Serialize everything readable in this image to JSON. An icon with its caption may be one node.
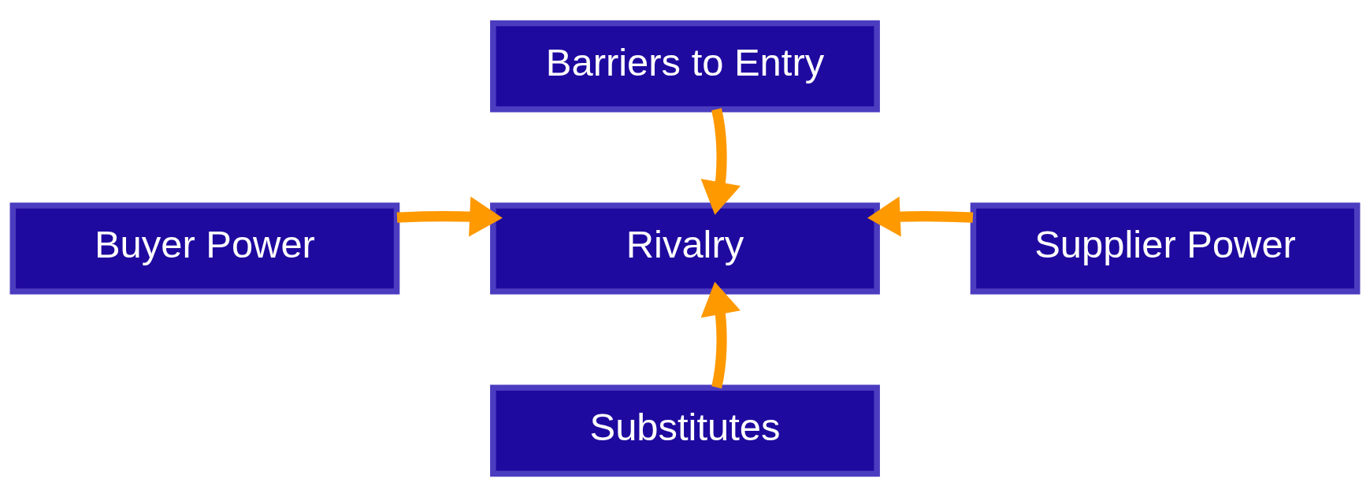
{
  "diagram": {
    "nodes": [
      {
        "text": [
          "Barriers to Entry"
        ]
      },
      {
        "text": [
          "Buyer Power"
        ]
      },
      {
        "text": [
          "Rivalry"
        ]
      },
      {
        "text": [
          "Supplier Power"
        ]
      },
      {
        "text": [
          "Substitutes"
        ]
      }
    ],
    "edges": [
      {
        "from": 0,
        "to": 2,
        "arrow": "to"
      },
      {
        "from": 1,
        "to": 2,
        "arrow": "to"
      },
      {
        "from": 3,
        "to": 2,
        "arrow": "to"
      },
      {
        "from": 4,
        "to": 2,
        "arrow": "to"
      }
    ]
  }
}
